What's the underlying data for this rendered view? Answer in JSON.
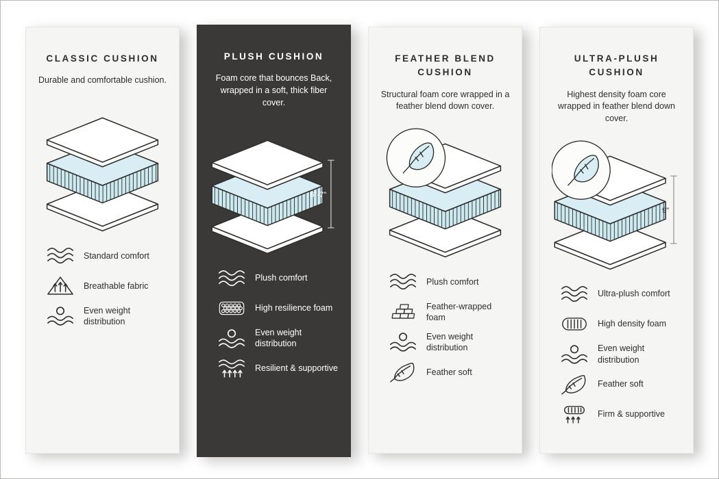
{
  "colors": {
    "page_background": "#ffffff",
    "light_card": "#f5f5f3",
    "dark_card": "#3a3937",
    "foam_accent": "#d9eef4",
    "line": "#2e2e2c"
  },
  "cards": [
    {
      "title": "CLASSIC CUSHION",
      "description": "Durable and comfortable cushion.",
      "theme": "light",
      "feather_badge": false,
      "measure": null,
      "features": [
        {
          "icon": "waves-icon",
          "label": "Standard comfort"
        },
        {
          "icon": "breathable-icon",
          "label": "Breathable fabric"
        },
        {
          "icon": "weight-distribution-icon",
          "label": "Even weight distribution"
        }
      ]
    },
    {
      "title": "PLUSH CUSHION",
      "description": "Foam core that bounces Back, wrapped in a soft, thick fiber cover.",
      "theme": "dark",
      "feather_badge": false,
      "measure": "6\"-7\"",
      "features": [
        {
          "icon": "waves-icon",
          "label": "Plush comfort"
        },
        {
          "icon": "foam-bubbles-icon",
          "label": "High resilience foam"
        },
        {
          "icon": "weight-distribution-icon",
          "label": "Even weight distribution"
        },
        {
          "icon": "springs-icon",
          "label": "Resilient & supportive"
        }
      ]
    },
    {
      "title": "FEATHER BLEND CUSHION",
      "description": "Structural foam core wrapped in a feather blend down cover.",
      "theme": "light",
      "feather_badge": true,
      "measure": null,
      "features": [
        {
          "icon": "waves-icon",
          "label": "Plush comfort"
        },
        {
          "icon": "bricks-icon",
          "label": "Feather-wrapped foam"
        },
        {
          "icon": "weight-distribution-icon",
          "label": "Even weight distribution"
        },
        {
          "icon": "feather-icon",
          "label": "Feather soft"
        }
      ]
    },
    {
      "title": "ULTRA-PLUSH CUSHION",
      "description": "Highest density foam core wrapped in feather blend down cover.",
      "theme": "light",
      "feather_badge": true,
      "measure": "9\"",
      "features": [
        {
          "icon": "waves-icon",
          "label": "Ultra-plush comfort"
        },
        {
          "icon": "density-foam-icon",
          "label": "High density foam"
        },
        {
          "icon": "weight-distribution-icon",
          "label": "Even weight distribution"
        },
        {
          "icon": "feather-icon",
          "label": "Feather soft"
        },
        {
          "icon": "firm-support-icon",
          "label": "Firm & supportive"
        }
      ]
    }
  ]
}
